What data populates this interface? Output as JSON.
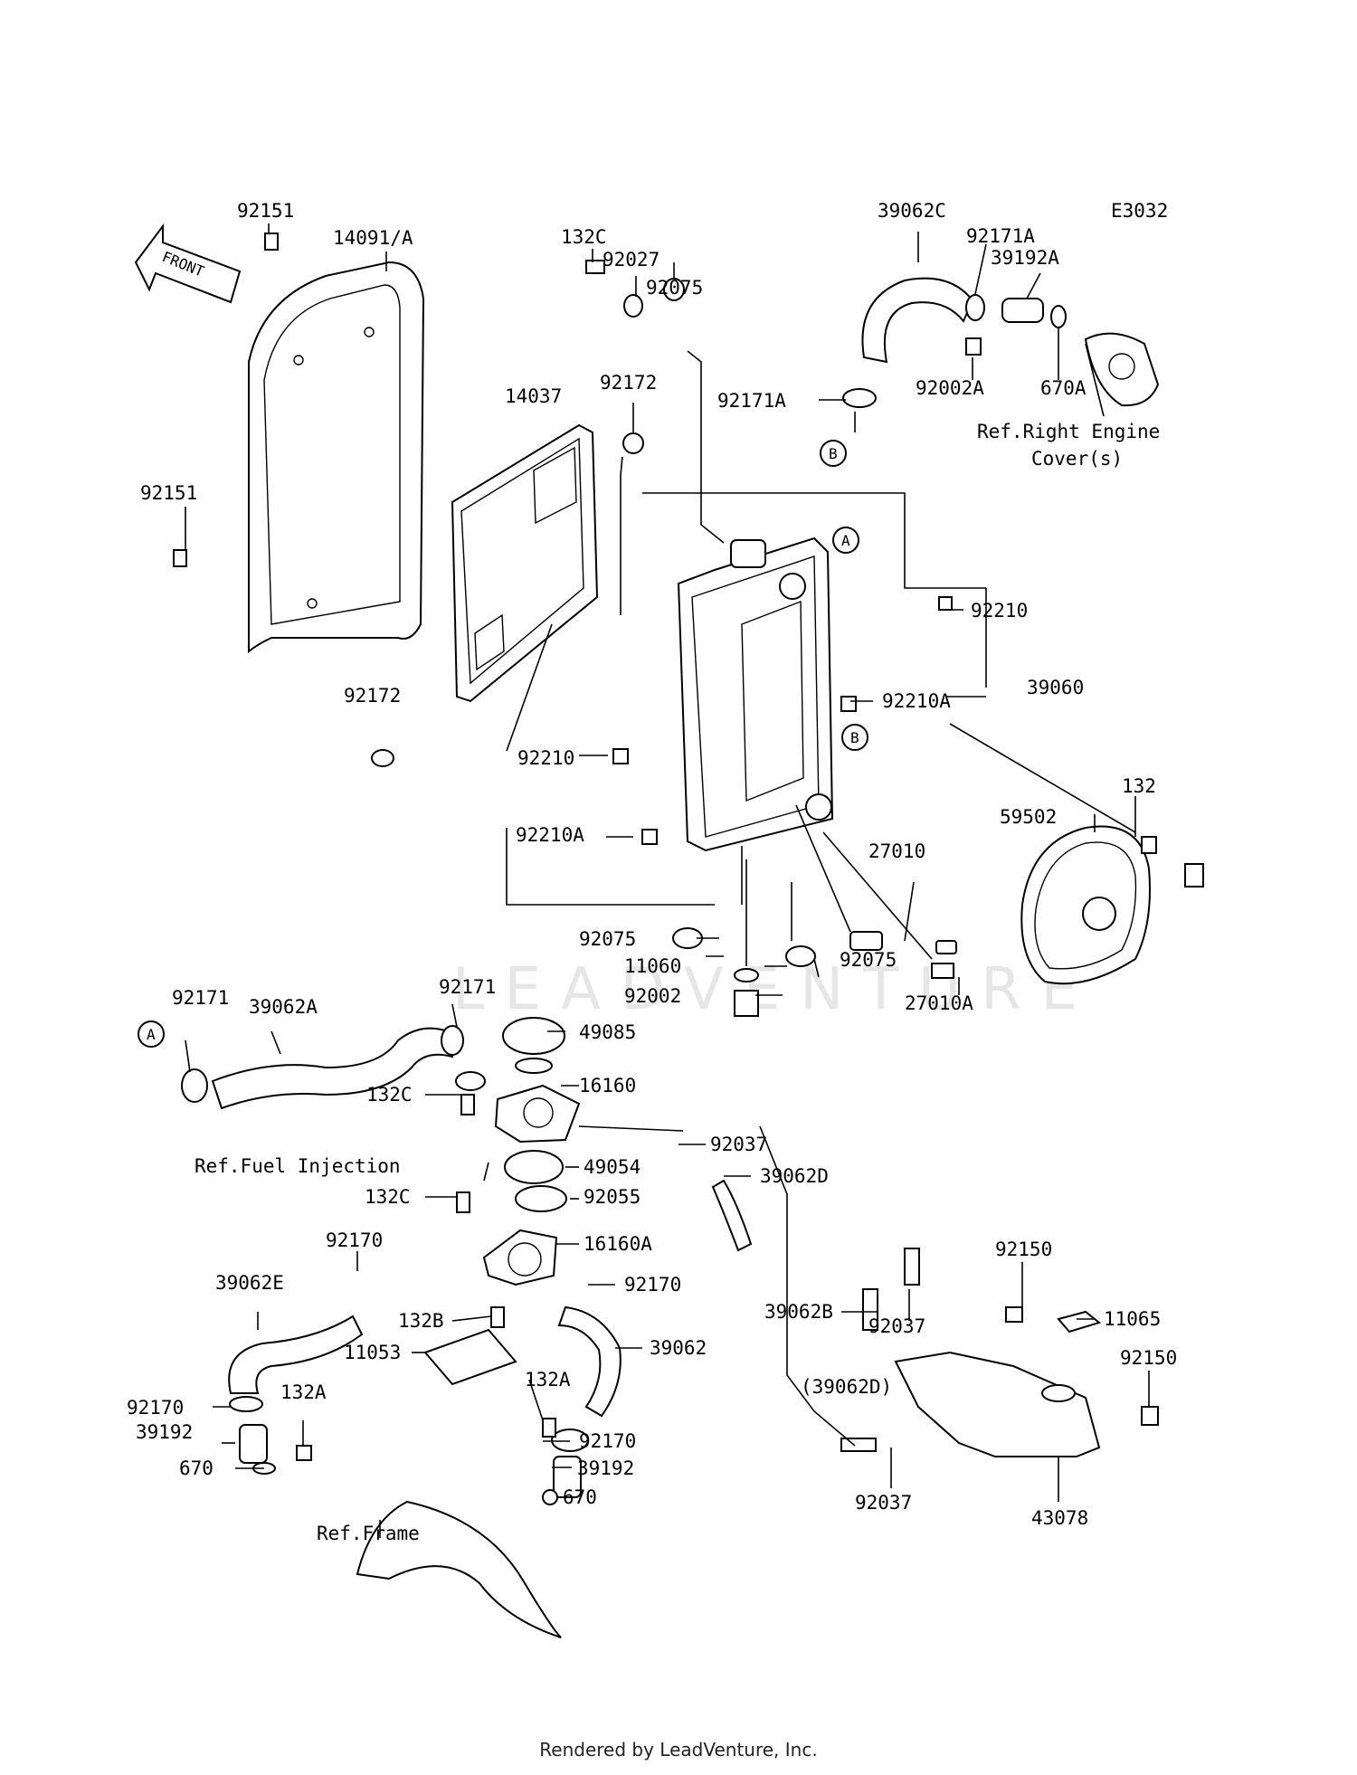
{
  "diagram_code": "E3032",
  "watermark": "LEADVENTURE",
  "footer": "Rendered by LeadVenture, Inc.",
  "front_arrow": {
    "label": "FRONT",
    "icon": "front-direction-arrow-icon"
  },
  "references": {
    "engine_cover_line1": "Ref.Right Engine",
    "engine_cover_line2": "Cover(s)",
    "fuel_injection": "Ref.Fuel Injection",
    "frame": "Ref.Frame"
  },
  "callouts": {
    "A": "A",
    "B": "B"
  },
  "part_labels": [
    "92151",
    "14091/A",
    "132C",
    "92027",
    "92075",
    "39062C",
    "92171A",
    "39192A",
    "92002A",
    "670A",
    "92171A",
    "14037",
    "92172",
    "92151",
    "92210",
    "39060",
    "92210A",
    "92172",
    "92210",
    "132",
    "59502",
    "27010",
    "92210A",
    "92075",
    "92075",
    "11060",
    "92002",
    "27010A",
    "92171",
    "39062A",
    "92171",
    "49085",
    "16160",
    "132C",
    "92037",
    "49054",
    "39062D",
    "92055",
    "132C",
    "16160A",
    "92170",
    "92170",
    "39062E",
    "132B",
    "39062",
    "11053",
    "39062B",
    "92037",
    "92150",
    "11065",
    "92150",
    "(39062D)",
    "92170",
    "132A",
    "132A",
    "39192",
    "92170",
    "39192",
    "670",
    "670",
    "92037",
    "43078"
  ]
}
